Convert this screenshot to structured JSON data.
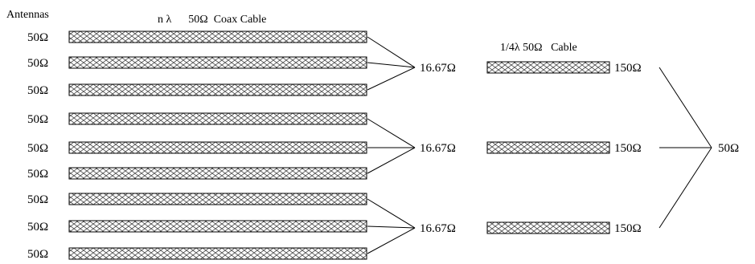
{
  "header": {
    "antennas_label": "Antennas",
    "cable_label": "n λ      50Ω  Coax Cable",
    "quarter_wave_label": "1/4λ 50Ω   Cable"
  },
  "antenna_impedances": [
    "50Ω",
    "50Ω",
    "50Ω",
    "50Ω",
    "50Ω",
    "50Ω",
    "50Ω",
    "50Ω",
    "50Ω"
  ],
  "groups": [
    {
      "combined_impedance": "16.67Ω",
      "transformed_impedance": "150Ω"
    },
    {
      "combined_impedance": "16.67Ω",
      "transformed_impedance": "150Ω"
    },
    {
      "combined_impedance": "16.67Ω",
      "transformed_impedance": "150Ω"
    }
  ],
  "output_impedance": "50Ω"
}
